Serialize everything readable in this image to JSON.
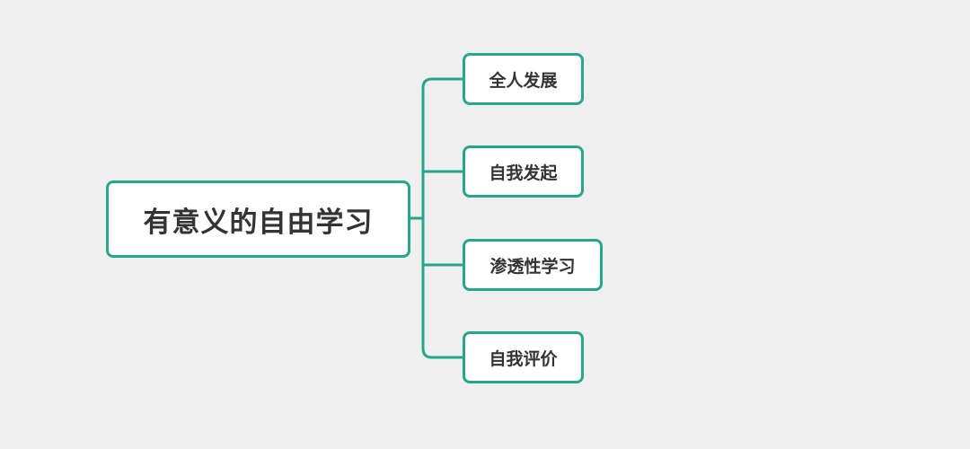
{
  "colors": {
    "background": "#efefef",
    "accent": "#26a68a",
    "text": "#333333",
    "node_fill": "#ffffff"
  },
  "root": {
    "label": "有意义的自由学习"
  },
  "children": [
    {
      "label": "全人发展"
    },
    {
      "label": "自我发起"
    },
    {
      "label": "渗透性学习"
    },
    {
      "label": "自我评价"
    }
  ]
}
